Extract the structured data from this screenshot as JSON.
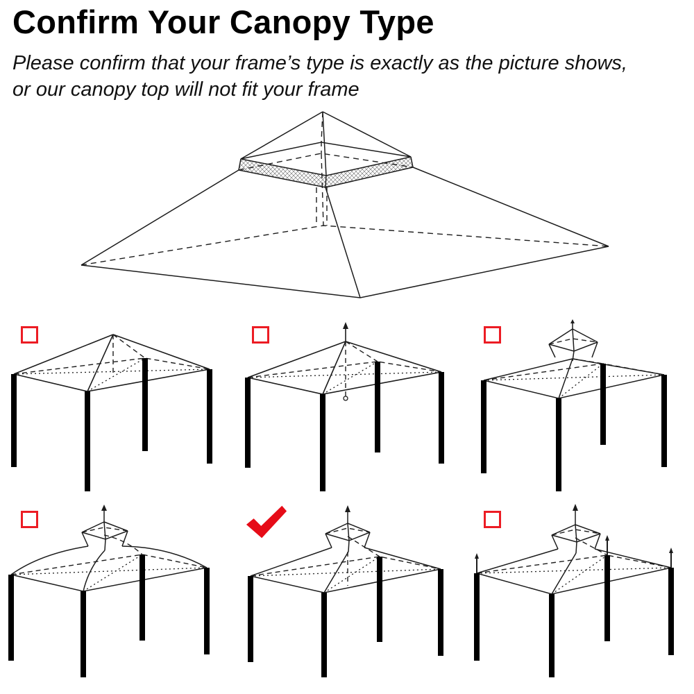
{
  "header": {
    "title": "Confirm Your Canopy Type",
    "subtitle_lines": [
      "Please confirm that your frame’s type is exactly as the picture shows,",
      "or our canopy top will not fit your frame"
    ]
  },
  "main_illustration": {
    "description": "two-tier canopy top wireframe with mesh valance band"
  },
  "icons": {
    "checkbox": "empty-red-square",
    "checkmark": "red-brush-check"
  },
  "colors": {
    "checkbox_border": "#ec1c24",
    "checkmark_fill": "#e60c18",
    "line_art": "#1c1c1c",
    "background": "#ffffff"
  },
  "options": [
    {
      "selected": false
    },
    {
      "selected": false
    },
    {
      "selected": false
    },
    {
      "selected": false
    },
    {
      "selected": true
    },
    {
      "selected": false
    }
  ]
}
